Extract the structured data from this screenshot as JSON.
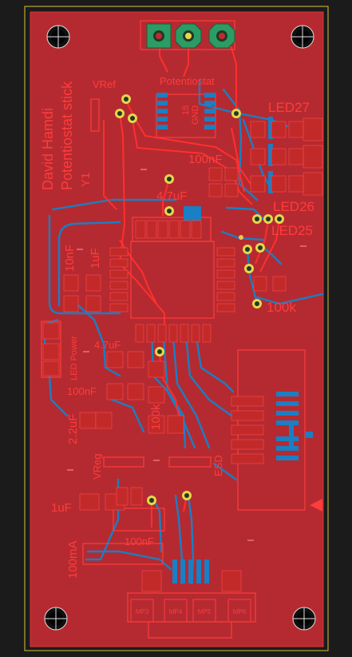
{
  "board": {
    "title": "David Hamdi",
    "subtitle": "Potentiostat stick",
    "colors": {
      "background": "#1b1b1b",
      "copper_fill": "#b52a30",
      "copper_bottom": "#1a7fc4",
      "silkscreen": "#ff3c3c",
      "via_ring": "#e8d64a",
      "outline": "#d8c43a",
      "connector_pad": "#2c9b64"
    }
  },
  "labels": {
    "vref": "VRef",
    "potentiostat": "Potentiostat",
    "chip_15": "15",
    "chip_gnd": "GND",
    "led27": "LED27",
    "led26": "LED26",
    "led25": "LED25",
    "y1": "Y1",
    "cap_100nf_top": "100nF",
    "cap_47uf_top": "4.7uF",
    "cap_10nf": "10nF",
    "cap_1uf_left": "1uF",
    "res_100k_right": "100k",
    "led_power": "LED Power",
    "cap_47uf_mid": "4.7uF",
    "cap_100nf_mid": "100nF",
    "cap_22uf": "2.2uF",
    "res_100k_mid": "100k",
    "vreg": "VReg",
    "esd": "ESD",
    "cap_1uf_bottom": "1uF",
    "current_100ma": "100mA",
    "cap_100nf_bottom": "100nF",
    "mp3": "MP3",
    "mp4": "MP4",
    "mp5": "MP5",
    "mp6": "MP6"
  }
}
